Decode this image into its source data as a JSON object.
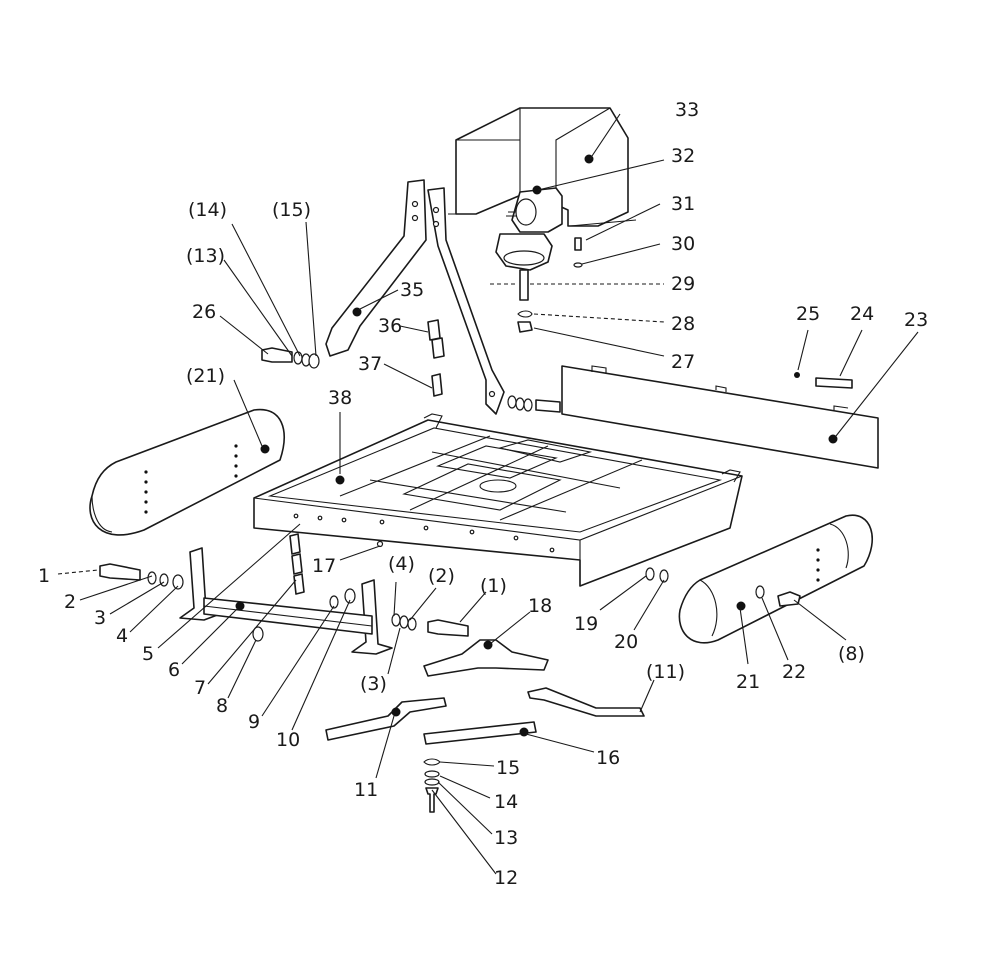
{
  "callouts": {
    "c1": "1",
    "c2": "2",
    "c3": "3",
    "c4": "4",
    "c5": "5",
    "c6": "6",
    "c7": "7",
    "c8": "8",
    "c9": "9",
    "c10": "10",
    "c11": "11",
    "c12": "12",
    "c13": "13",
    "c14": "14",
    "c15": "15",
    "c16": "16",
    "c17": "17",
    "c18": "18",
    "c19": "19",
    "c20": "20",
    "c21": "21",
    "c22": "22",
    "c23": "23",
    "c24": "24",
    "c25": "25",
    "c26": "26",
    "c27": "27",
    "c28": "28",
    "c29": "29",
    "c30": "30",
    "c31": "31",
    "c32": "32",
    "c33": "33",
    "c35": "35",
    "c36": "36",
    "c37": "37",
    "c38": "38",
    "p1": "(1)",
    "p2": "(2)",
    "p3": "(3)",
    "p4": "(4)",
    "p8": "(8)",
    "p11": "(11)",
    "p13": "(13)",
    "p14": "(14)",
    "p15": "(15)",
    "p21": "(21)"
  }
}
